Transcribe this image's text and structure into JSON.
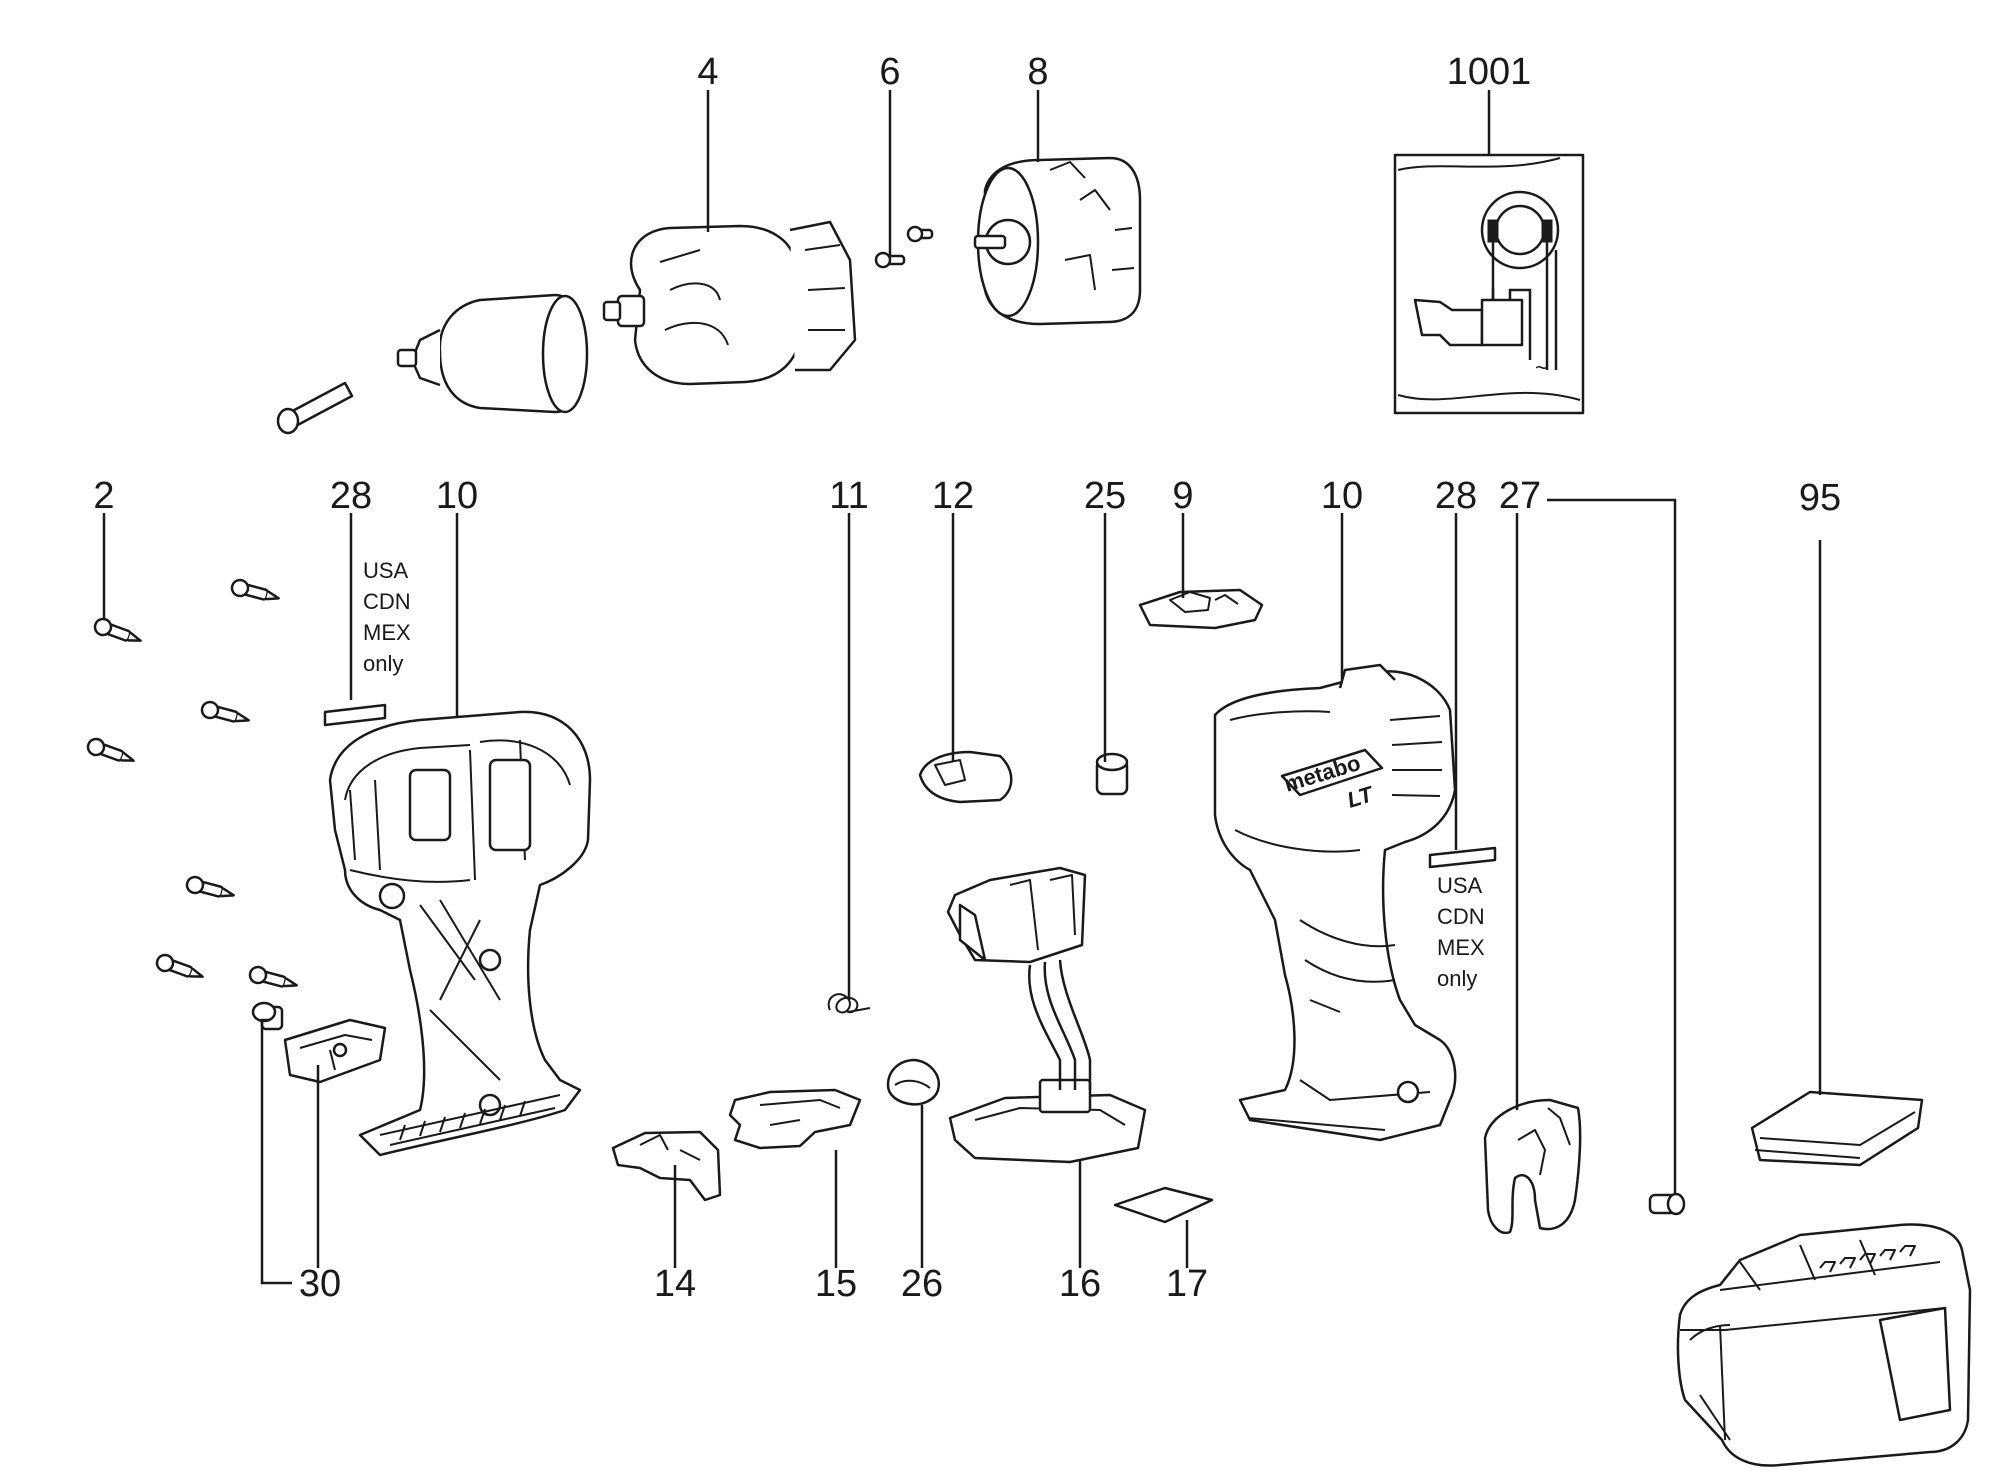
{
  "callouts": {
    "c4": "4",
    "c6": "6",
    "c8": "8",
    "c1001": "1001",
    "c2": "2",
    "c28a": "28",
    "c10a": "10",
    "c11": "11",
    "c12": "12",
    "c25": "25",
    "c9": "9",
    "c10b": "10",
    "c28b": "28",
    "c27": "27",
    "c95": "95",
    "c30": "30",
    "c14": "14",
    "c15": "15",
    "c26": "26",
    "c16": "16",
    "c17": "17"
  },
  "notes": {
    "region_note_left": [
      "USA",
      "CDN",
      "MEX",
      "only"
    ],
    "region_note_right": [
      "USA",
      "CDN",
      "MEX",
      "only"
    ]
  },
  "housing_logo": {
    "brand": "metabo",
    "sub": "LT"
  },
  "colors": {
    "ink": "#1a1a1a",
    "paper": "#ffffff"
  }
}
